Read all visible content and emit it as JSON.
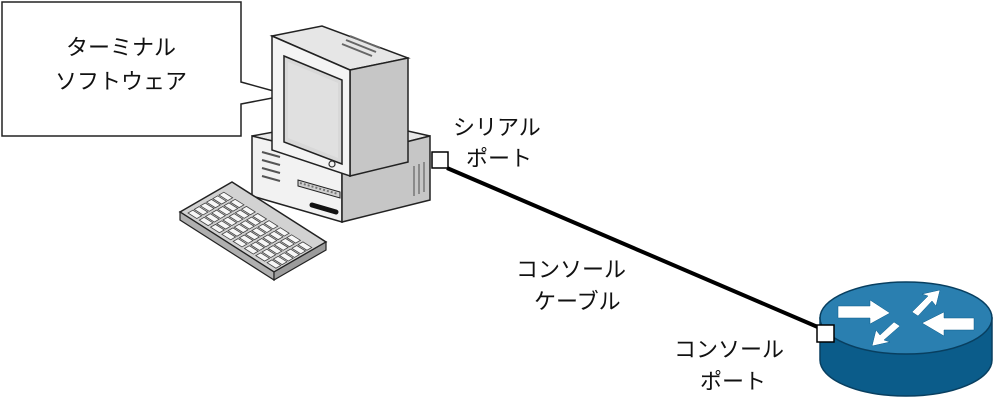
{
  "callout": {
    "line1": "ターミナル",
    "line2": "ソフトウェア"
  },
  "serial_port": {
    "line1": "シリアル",
    "line2": "ポート"
  },
  "cable": {
    "line1": "コンソール",
    "line2": "ケーブル"
  },
  "console_port": {
    "line1": "コンソール",
    "line2": "ポート"
  },
  "colors": {
    "router_body": "#0b5c8a",
    "router_top": "#2a7fb0",
    "pc_light": "#f2f2f2",
    "pc_shade": "#c8c8c8",
    "line": "#000000"
  },
  "icons": [
    "desktop-computer-icon",
    "keyboard-icon",
    "router-icon"
  ]
}
